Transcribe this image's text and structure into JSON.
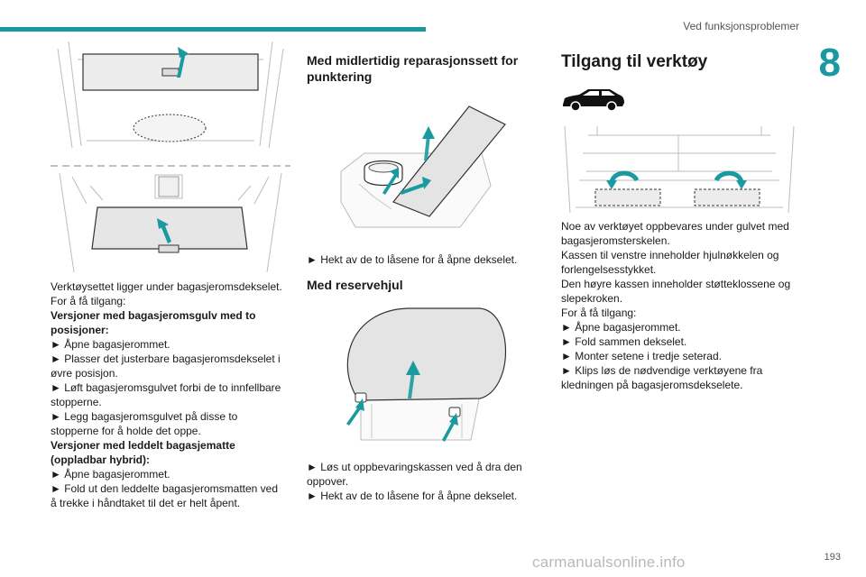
{
  "header": {
    "section_title": "Ved funksjonsproblemer",
    "chapter_number": "8"
  },
  "col1": {
    "lines": [
      {
        "text": "Verktøysettet ligger under bagasjeromsdekselet.",
        "bold": false
      },
      {
        "text": "For å få tilgang:",
        "bold": false
      },
      {
        "text": "Versjoner med bagasjeromsgulv med to",
        "bold": true
      },
      {
        "text": "posisjoner:",
        "bold": true
      },
      {
        "text": "► Åpne bagasjerommet.",
        "bold": false
      },
      {
        "text": "► Plasser det justerbare bagasjeromsdekselet i",
        "bold": false
      },
      {
        "text": "øvre posisjon.",
        "bold": false
      },
      {
        "text": "► Løft bagasjeromsgulvet forbi de to innfellbare",
        "bold": false
      },
      {
        "text": "stopperne.",
        "bold": false
      },
      {
        "text": "► Legg bagasjeromsgulvet på disse to",
        "bold": false
      },
      {
        "text": "stopperne for å holde det oppe.",
        "bold": false
      },
      {
        "text": "Versjoner med leddelt bagasjematte",
        "bold": true
      },
      {
        "text": "(oppladbar hybrid):",
        "bold": true
      },
      {
        "text": "► Åpne bagasjerommet.",
        "bold": false
      },
      {
        "text": "► Fold ut den leddelte bagasjeromsmatten ved",
        "bold": false
      },
      {
        "text": "å trekke i håndtaket til det er helt åpent.",
        "bold": false
      }
    ]
  },
  "col2": {
    "heading_repair": [
      "Med midlertidig reparasjonssett for",
      "punktering"
    ],
    "repair_text": [
      "► Hekt av de to låsene for å åpne dekselet."
    ],
    "heading_spare": "Med reservehjul",
    "spare_text": [
      "► Løs ut oppbevaringskassen ved å dra den",
      "oppover.",
      "► Hekt av de to låsene for å åpne dekselet."
    ]
  },
  "col3": {
    "heading": "Tilgang til verktøy",
    "lines": [
      "Noe av verktøyet oppbevares under gulvet med",
      "bagasjeromsterskelen.",
      "Kassen til venstre inneholder hjulnøkkelen og",
      "forlengelsesstykket.",
      "Den høyre kassen inneholder støtteklossene og",
      "slepekroken.",
      "For å få tilgang:",
      "► Åpne bagasjerommet.",
      "► Fold sammen dekselet.",
      "► Monter setene i tredje seterad.",
      "► Klips løs de nødvendige verktøyene fra",
      "kledningen på bagasjeromsdekselete."
    ]
  },
  "footer": {
    "page_number": "193",
    "watermark": "carmanualsonline.info"
  },
  "colors": {
    "accent": "#1a9aa0",
    "arrow": "#1a9aa0"
  }
}
